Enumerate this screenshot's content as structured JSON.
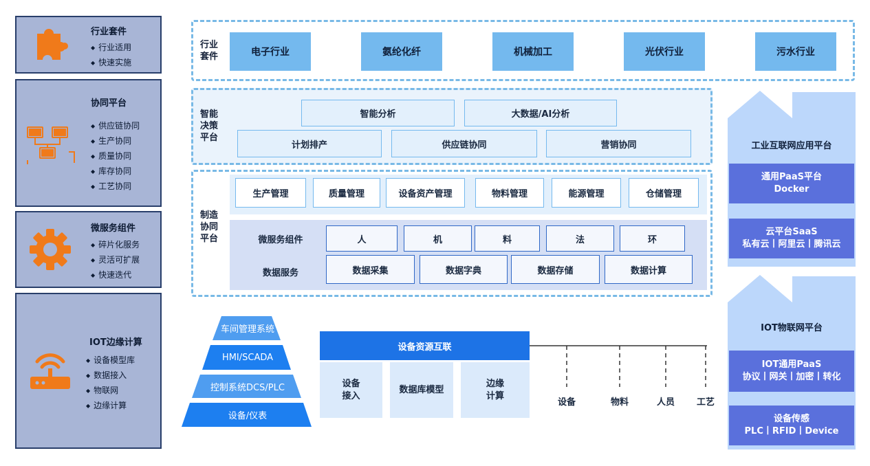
{
  "left_panels": [
    {
      "title": "行业套件",
      "items": [
        "行业适用",
        "快速实施"
      ],
      "icon": "puzzle-icon"
    },
    {
      "title": "协同平台",
      "items": [
        "供应链协同",
        "生产协同",
        "质量协同",
        "库存协同",
        "工艺协同"
      ],
      "icon": "network-computers-icon"
    },
    {
      "title": "微服务组件",
      "items": [
        "碎片化服务",
        "灵活可扩展",
        "快速迭代"
      ],
      "icon": "gear-icon"
    },
    {
      "title": "IOT边缘计算",
      "items": [
        "设备模型库",
        "数据接入",
        "物联网",
        "边缘计算"
      ],
      "icon": "router-icon"
    }
  ],
  "industry": {
    "label": "行业\n套件",
    "items": [
      "电子行业",
      "氨纶化纤",
      "机械加工",
      "光伏行业",
      "污水行业"
    ]
  },
  "decision": {
    "label": "智能\n决策\n平台",
    "row1": [
      "智能分析",
      "大数据/AI分析"
    ],
    "row2": [
      "计划排产",
      "供应链协同",
      "营销协同"
    ]
  },
  "manufacturing": {
    "label": "制造\n协同\n平台",
    "modules": [
      "生产管理",
      "质量管理",
      "设备资产管理",
      "物料管理",
      "能源管理",
      "仓储管理"
    ],
    "microservice_label": "微服务组件",
    "microservices": [
      "人",
      "机",
      "料",
      "法",
      "环"
    ],
    "data_service_label": "数据服务",
    "data_services": [
      "数据采集",
      "数据字典",
      "数据存储",
      "数据计算"
    ]
  },
  "pyramid": [
    "车间管理系统",
    "HMI/SCADA",
    "控制系统DCS/PLC",
    "设备/仪表"
  ],
  "device_interconnect": {
    "title": "设备资源互联",
    "boxes": [
      "设备\n接入",
      "数据库模型",
      "边缘\n计算"
    ],
    "resources": [
      "设备",
      "物料",
      "人员",
      "工艺"
    ]
  },
  "right_top": {
    "title": "工业互联网应用平台",
    "bands": [
      "通用PaaS平台\nDocker",
      "云平台SaaS\n私有云丨阿里云丨腾讯云"
    ]
  },
  "right_bottom": {
    "title": "IOT物联网平台",
    "bands": [
      "IOT通用PaaS\n协议丨网关丨加密丨转化",
      "设备传感\nPLC丨RFID丨Device"
    ]
  },
  "colors": {
    "panel_bg": "#a8b5d6",
    "panel_border": "#283e6a",
    "icon_orange": "#f07a1a",
    "accent_blue": "#1d73e6",
    "light_blue": "#74b9ee",
    "band_purple": "#5a70dc"
  }
}
